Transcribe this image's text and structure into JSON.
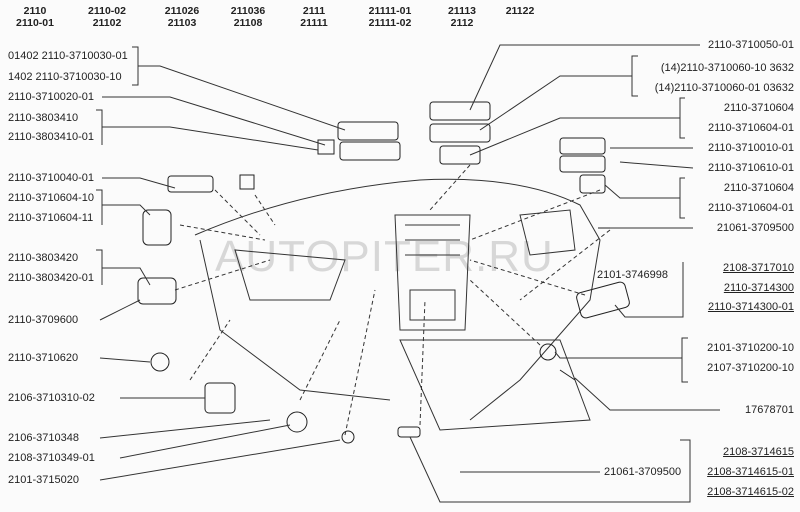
{
  "models": [
    [
      "2110",
      "2110-01"
    ],
    [
      "2110-02",
      "21102"
    ],
    [
      "211026",
      "21103"
    ],
    [
      "211036",
      "21108"
    ],
    [
      "2111",
      "21111"
    ],
    [
      "21111-01",
      "21111-02"
    ],
    [
      "21113",
      "2112"
    ],
    [
      "21122",
      ""
    ]
  ],
  "watermark": "AUTOPITER.RU",
  "left_labels": [
    "01402 2110-3710030-01",
    "1402 2110-3710030-10",
    "2110-3710020-01",
    "2110-3803410",
    "2110-3803410-01",
    "2110-3710040-01",
    "2110-3710604-10",
    "2110-3710604-11",
    "2110-3803420",
    "2110-3803420-01",
    "2110-3709600",
    "2110-3710620",
    "2106-3710310-02",
    "2106-3710348",
    "2108-3710349-01",
    "2101-3715020"
  ],
  "right_labels": [
    "2110-3710050-01",
    "(14)2110-3710060-10  3632",
    "(14)2110-3710060-01 03632",
    "2110-3710604",
    "2110-3710604-01",
    "2110-3710010-01",
    "2110-3710610-01",
    "2110-3710604",
    "2110-3710604-01",
    "21061-3709500"
  ],
  "lighter": {
    "ring": "2101-3746998",
    "parts": [
      "2108-3717010",
      "2110-3714300",
      "2110-3714300-01"
    ]
  },
  "socket_labels": [
    "2101-3710200-10",
    "2107-3710200-10"
  ],
  "screw": "17678701",
  "bottom_center": "21061-3709500",
  "bottom_right": [
    "2108-3714615",
    "2108-3714615-01",
    "2108-3714615-02"
  ]
}
